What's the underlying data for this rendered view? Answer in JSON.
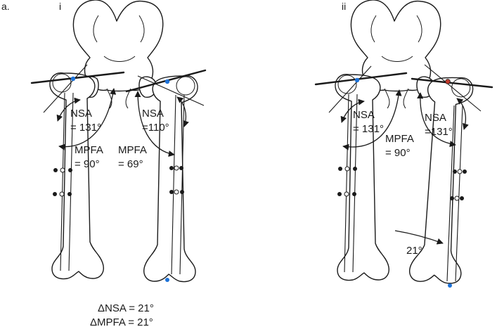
{
  "panel_label": "a.",
  "panels": [
    {
      "id": "i",
      "numeral": "i",
      "left": {
        "nsa_label": "NSA",
        "nsa_value": "= 131°",
        "mpfa_label": "MPFA",
        "mpfa_value": "= 90°"
      },
      "right": {
        "nsa_label": "NSA",
        "nsa_value": "=110°",
        "mpfa_label": "MPFA",
        "mpfa_value": "= 69°"
      }
    },
    {
      "id": "ii",
      "numeral": "ii",
      "left": {
        "nsa_label": "NSA",
        "nsa_value": "= 131°",
        "mpfa_label": "MPFA",
        "mpfa_value": "= 90°"
      },
      "right": {
        "nsa_label": "NSA",
        "nsa_value": "=131°"
      },
      "rotation": "21°"
    }
  ],
  "summary": {
    "delta_nsa": "ΔNSA = 21°",
    "delta_mpfa": "ΔMPFA = 21°"
  },
  "colors": {
    "line": "#1a1a1a",
    "center_marker": "#1e73d9",
    "corrected_center_marker": "#c0392b"
  }
}
